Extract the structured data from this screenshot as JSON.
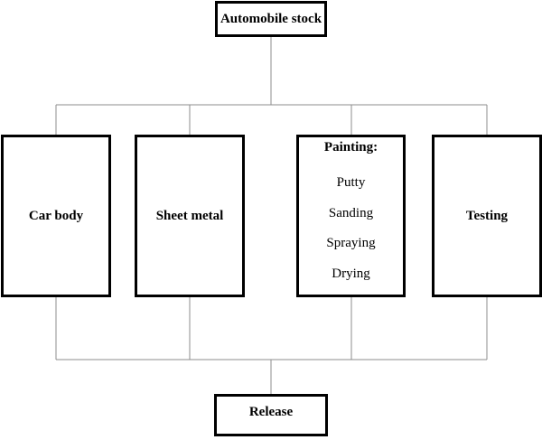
{
  "diagram": {
    "top": {
      "label": "Automobile stock"
    },
    "stages": [
      {
        "label": "Car body"
      },
      {
        "label": "Sheet metal"
      },
      {
        "label": "Painting:",
        "steps": [
          "Putty",
          "Sanding",
          "Spraying",
          "Drying"
        ]
      },
      {
        "label": "Testing"
      }
    ],
    "bottom": {
      "label": "Release"
    }
  }
}
